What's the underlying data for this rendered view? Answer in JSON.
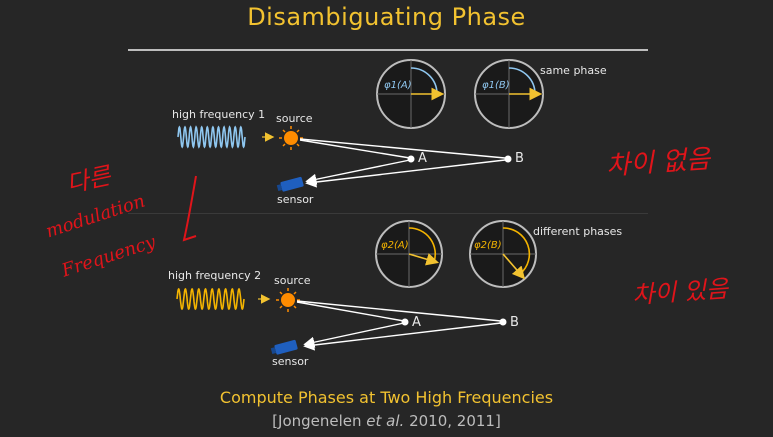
{
  "title": "Disambiguating Phase",
  "top_panel": {
    "signal_label": "high frequency 1",
    "source_label": "source",
    "sensor_label": "sensor",
    "point_a": "A",
    "point_b": "B",
    "phase_a": "φ1(A)",
    "phase_b": "φ1(B)",
    "phase_note": "same phase"
  },
  "bottom_panel": {
    "signal_label": "high frequency 2",
    "source_label": "source",
    "sensor_label": "sensor",
    "point_a": "A",
    "point_b": "B",
    "phase_a": "φ2(A)",
    "phase_b": "φ2(B)",
    "phase_note": "different phases"
  },
  "caption": "Compute Phases at Two High Frequencies",
  "citation": {
    "open": "[Jongenelen ",
    "etal": "et al.",
    "rest": " 2010, 2011]"
  },
  "annotations": {
    "left_line1": "다른",
    "left_line2": "modulation",
    "left_line3": "Frequency",
    "right_top": "차이 없음",
    "right_bottom": "차이 있음"
  },
  "colors": {
    "accent": "#f2c230",
    "wave1": "#8fc7f0",
    "wave2": "#f4b400",
    "annotation": "#e0141a",
    "sensor": "#1f5fbf",
    "source": "#ff8c00"
  }
}
